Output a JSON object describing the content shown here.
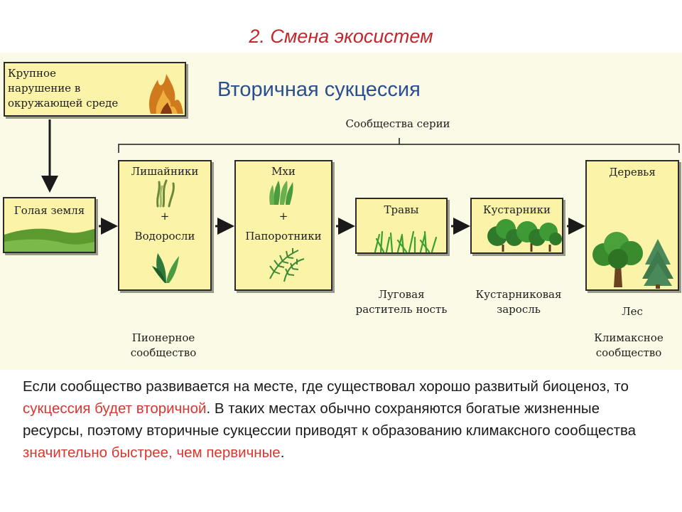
{
  "title": "2. Смена экосистем",
  "diagram": {
    "heading": "Вторичная сукцессия",
    "disturbance": "Крупное\nнарушение в\nокружающей среде",
    "series_label": "Сообщества серии",
    "bare_ground": "Голая земля",
    "stages": [
      {
        "top": "Лишайники",
        "plus": "+",
        "bottom": "Водоросли"
      },
      {
        "top": "Мхи",
        "plus": "+",
        "bottom": "Папоротники"
      },
      {
        "top": "Травы"
      },
      {
        "top": "Кустарники"
      },
      {
        "top": "Деревья"
      }
    ],
    "captions": {
      "pioneer": "Пионерное\nсообщество",
      "meadow": "Луговая\nраститель ность",
      "shrub": "Кустарниковая\nзаросль",
      "forest": "Лес",
      "climax": "Климаксное\nсообщество"
    }
  },
  "text": {
    "p1": "Если сообщество развивается на месте, где существовал хорошо развитый биоценоз, то ",
    "h1": "сукцессия будет вторичной",
    "p2": ". В таких местах обычно сохраняются богатые жизненные ресурсы, поэтому вторичные сукцессии приводят к образованию климаксного сообщества ",
    "h2": "значительно быстрее, чем первичные",
    "p3": "."
  },
  "colors": {
    "title": "#c0282d",
    "heading": "#2a4f8f",
    "box_fill": "#fbf3a8",
    "panel": "#fafae6",
    "highlight": "#d9362f"
  },
  "icons": [
    "fire-icon",
    "ground-icon",
    "lichen-icon",
    "algae-icon",
    "moss-icon",
    "fern-icon",
    "grass-icon",
    "shrub-icon",
    "tree-icon",
    "conifer-icon"
  ]
}
